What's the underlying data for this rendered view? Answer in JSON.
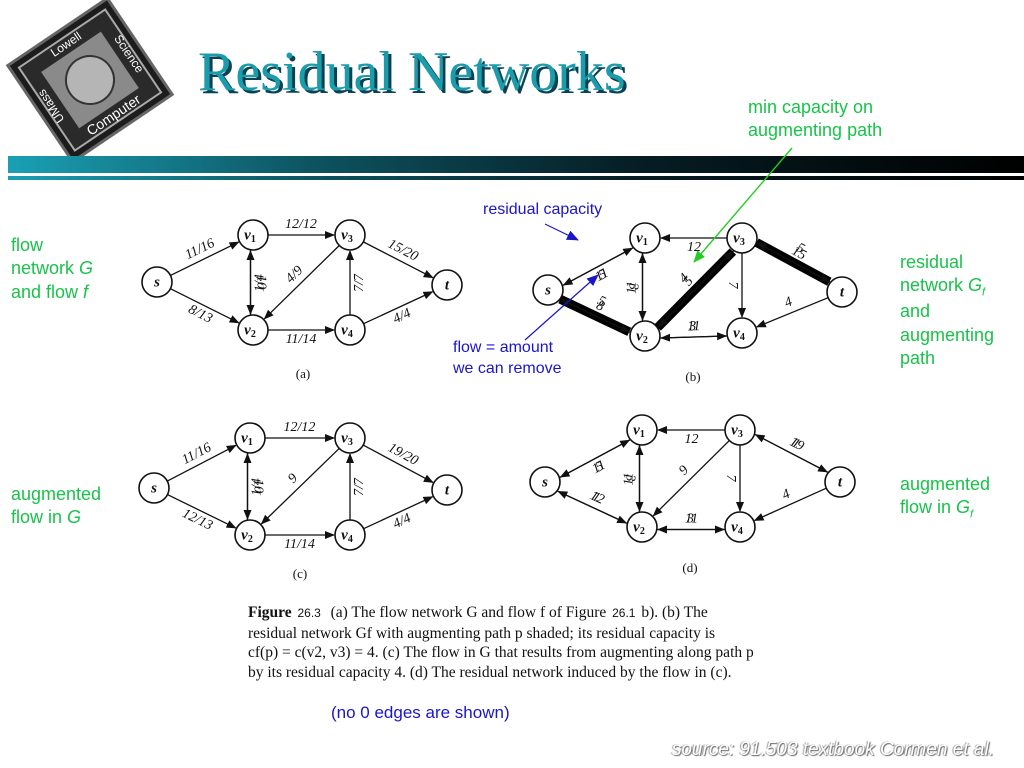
{
  "slide": {
    "title": "Residual Networks",
    "logo": {
      "top": "Lowell",
      "left": "UMass",
      "bottom": "Computer",
      "right": "Science"
    },
    "source": "source: 91.503 textbook Cormen et al."
  },
  "annotations": {
    "min_cap_1": "min capacity on",
    "min_cap_2": "augmenting path",
    "residual_capacity": "residual capacity",
    "flow_amount_1": "flow = amount",
    "flow_amount_2": "we can remove",
    "left_a_1": "flow",
    "left_a_2": "network ",
    "left_a_2i": "G",
    "left_a_3": "and flow ",
    "left_a_3i": "f",
    "right_b_1": "residual",
    "right_b_2": "network ",
    "right_b_2i": "G",
    "right_b_2s": "f",
    "right_b_3": "and",
    "right_b_4": "augmenting",
    "right_b_5": "path",
    "left_c_1": "augmented",
    "left_c_2": "flow in ",
    "left_c_2i": "G",
    "right_d_1": "augmented",
    "right_d_2": "flow in ",
    "right_d_2i": "G",
    "right_d_2s": "f",
    "note": "(no 0 edges are shown)"
  },
  "caption": {
    "figure_word": "Figure",
    "figure_num": "26.3",
    "p1": "(a) The flow network G and flow f of Figure",
    "ref_fig": "26.1",
    "p1b": "b). (b) The",
    "line2": "residual network Gf with augmenting path p shaded; its residual capacity is",
    "line3": "cf(p) = c(v2, v3) = 4. (c) The flow in G that results from augmenting along path p",
    "line4": "by its residual capacity 4. (d) The residual network induced by the flow in (c)."
  },
  "graphs": {
    "node_labels": {
      "s": "s",
      "v1": "v1",
      "v2": "v2",
      "v3": "v3",
      "v4": "v4",
      "t": "t"
    },
    "a": {
      "label": "(a)",
      "edges": [
        {
          "from": "s",
          "to": "v1",
          "label": "11/16"
        },
        {
          "from": "s",
          "to": "v2",
          "label": "8/13"
        },
        {
          "from": "v1",
          "to": "v3",
          "label": "12/12"
        },
        {
          "from": "v2",
          "to": "v1",
          "label": "1/4"
        },
        {
          "from": "v1",
          "to": "v2",
          "label": "10"
        },
        {
          "from": "v3",
          "to": "v2",
          "label": "4/9"
        },
        {
          "from": "v2",
          "to": "v4",
          "label": "11/14"
        },
        {
          "from": "v4",
          "to": "v3",
          "label": "7/7"
        },
        {
          "from": "v3",
          "to": "t",
          "label": "15/20"
        },
        {
          "from": "v4",
          "to": "t",
          "label": "4/4"
        }
      ]
    },
    "b": {
      "label": "(b)",
      "edges": [
        {
          "from": "v1",
          "to": "s",
          "label": "5"
        },
        {
          "from": "s",
          "to": "v1",
          "label": "11"
        },
        {
          "from": "s",
          "to": "v2",
          "label": "5"
        },
        {
          "from": "v2",
          "to": "s",
          "label": "8"
        },
        {
          "from": "v2",
          "to": "v1",
          "label": "11"
        },
        {
          "from": "v1",
          "to": "v2",
          "label": "3"
        },
        {
          "from": "v3",
          "to": "v1",
          "label": "12"
        },
        {
          "from": "v2",
          "to": "v3",
          "label": "4"
        },
        {
          "from": "v3",
          "to": "v2",
          "label": "5"
        },
        {
          "from": "v2",
          "to": "v4",
          "label": "3"
        },
        {
          "from": "v4",
          "to": "v2",
          "label": "11"
        },
        {
          "from": "v3",
          "to": "v4",
          "label": "7"
        },
        {
          "from": "v3",
          "to": "t",
          "label": "5"
        },
        {
          "from": "t",
          "to": "v3",
          "label": "15"
        },
        {
          "from": "t",
          "to": "v4",
          "label": "4"
        }
      ]
    },
    "c": {
      "label": "(c)",
      "edges": [
        {
          "from": "s",
          "to": "v1",
          "label": "11/16"
        },
        {
          "from": "s",
          "to": "v2",
          "label": "12/13"
        },
        {
          "from": "v1",
          "to": "v3",
          "label": "12/12"
        },
        {
          "from": "v2",
          "to": "v1",
          "label": "1/4"
        },
        {
          "from": "v1",
          "to": "v2",
          "label": "10"
        },
        {
          "from": "v3",
          "to": "v2",
          "label": "9"
        },
        {
          "from": "v2",
          "to": "v4",
          "label": "11/14"
        },
        {
          "from": "v4",
          "to": "v3",
          "label": "7/7"
        },
        {
          "from": "v3",
          "to": "t",
          "label": "19/20"
        },
        {
          "from": "v4",
          "to": "t",
          "label": "4/4"
        }
      ]
    },
    "d": {
      "label": "(d)",
      "edges": [
        {
          "from": "v1",
          "to": "s",
          "label": "5"
        },
        {
          "from": "s",
          "to": "v1",
          "label": "11"
        },
        {
          "from": "s",
          "to": "v2",
          "label": "1"
        },
        {
          "from": "v2",
          "to": "s",
          "label": "12"
        },
        {
          "from": "v2",
          "to": "v1",
          "label": "11"
        },
        {
          "from": "v1",
          "to": "v2",
          "label": "3"
        },
        {
          "from": "v3",
          "to": "v1",
          "label": "12"
        },
        {
          "from": "v3",
          "to": "v2",
          "label": "9"
        },
        {
          "from": "v2",
          "to": "v4",
          "label": "3"
        },
        {
          "from": "v4",
          "to": "v2",
          "label": "11"
        },
        {
          "from": "v3",
          "to": "v4",
          "label": "7"
        },
        {
          "from": "v3",
          "to": "t",
          "label": "1"
        },
        {
          "from": "t",
          "to": "v3",
          "label": "19"
        },
        {
          "from": "t",
          "to": "v4",
          "label": "4"
        }
      ]
    }
  }
}
